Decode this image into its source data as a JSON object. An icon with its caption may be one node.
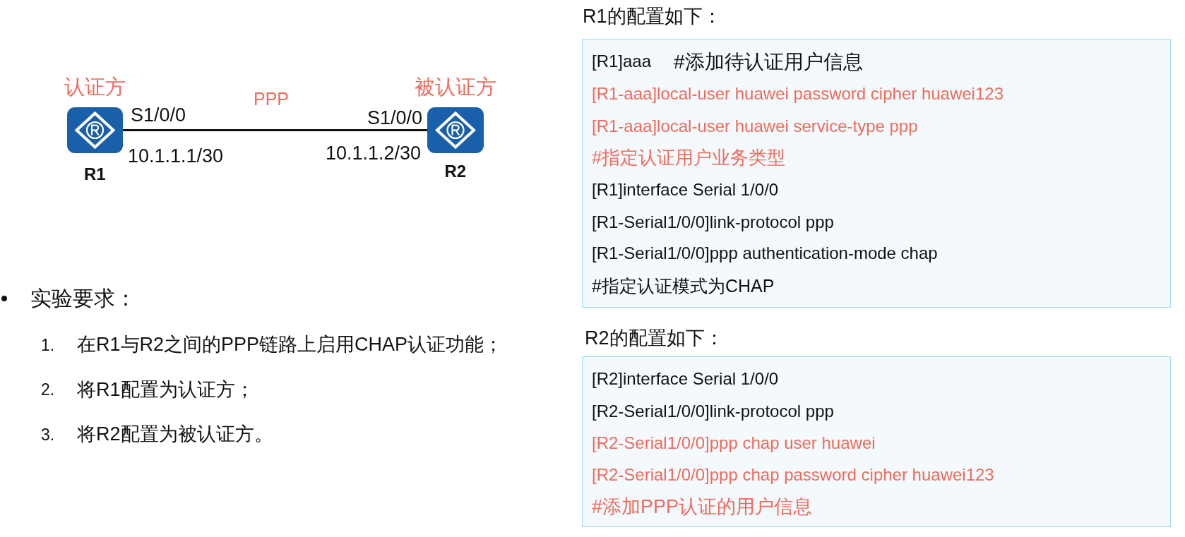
{
  "diagram": {
    "nodes": [
      {
        "text": [
          "R1"
        ],
        "beside": [
          "认证方"
        ]
      },
      {
        "text": [
          "R2"
        ],
        "beside": [
          "被认证方"
        ]
      },
      {
        "text": [
          "R1的配置如下：",
          "[R1]aaa",
          "#添加待认证用户信息",
          "[R1-aaa]local-user huawei password cipher huawei123",
          "[R1-aaa]local-user huawei service-type ppp",
          "#指定认证用户业务类型",
          "[R1]interface Serial 1/0/0",
          "[R1-Serial1/0/0]link-protocol ppp",
          "[R1-Serial1/0/0]ppp authentication-mode chap",
          "#指定认证模式为CHAP"
        ]
      },
      {
        "text": [
          "R2的配置如下：",
          "[R2]interface Serial 1/0/0",
          "[R2-Serial1/0/0]link-protocol ppp",
          "[R2-Serial1/0/0]ppp chap user huawei",
          "[R2-Serial1/0/0]ppp chap password cipher huawei123",
          "#添加PPP认证的用户信息"
        ]
      }
    ],
    "edges": [
      {
        "from": 0,
        "to": 1,
        "arrow": "none",
        "label": "PPP"
      }
    ],
    "labels": [
      "S1/0/0",
      "10.1.1.1/30",
      "S1/0/0",
      "10.1.1.2/30",
      "实验要求：",
      "1.",
      "在R1与R2之间的PPP链路上启用CHAP认证功能；",
      "2.",
      "将R1配置为认证方；",
      "3.",
      "将R2配置为被认证方。"
    ]
  }
}
